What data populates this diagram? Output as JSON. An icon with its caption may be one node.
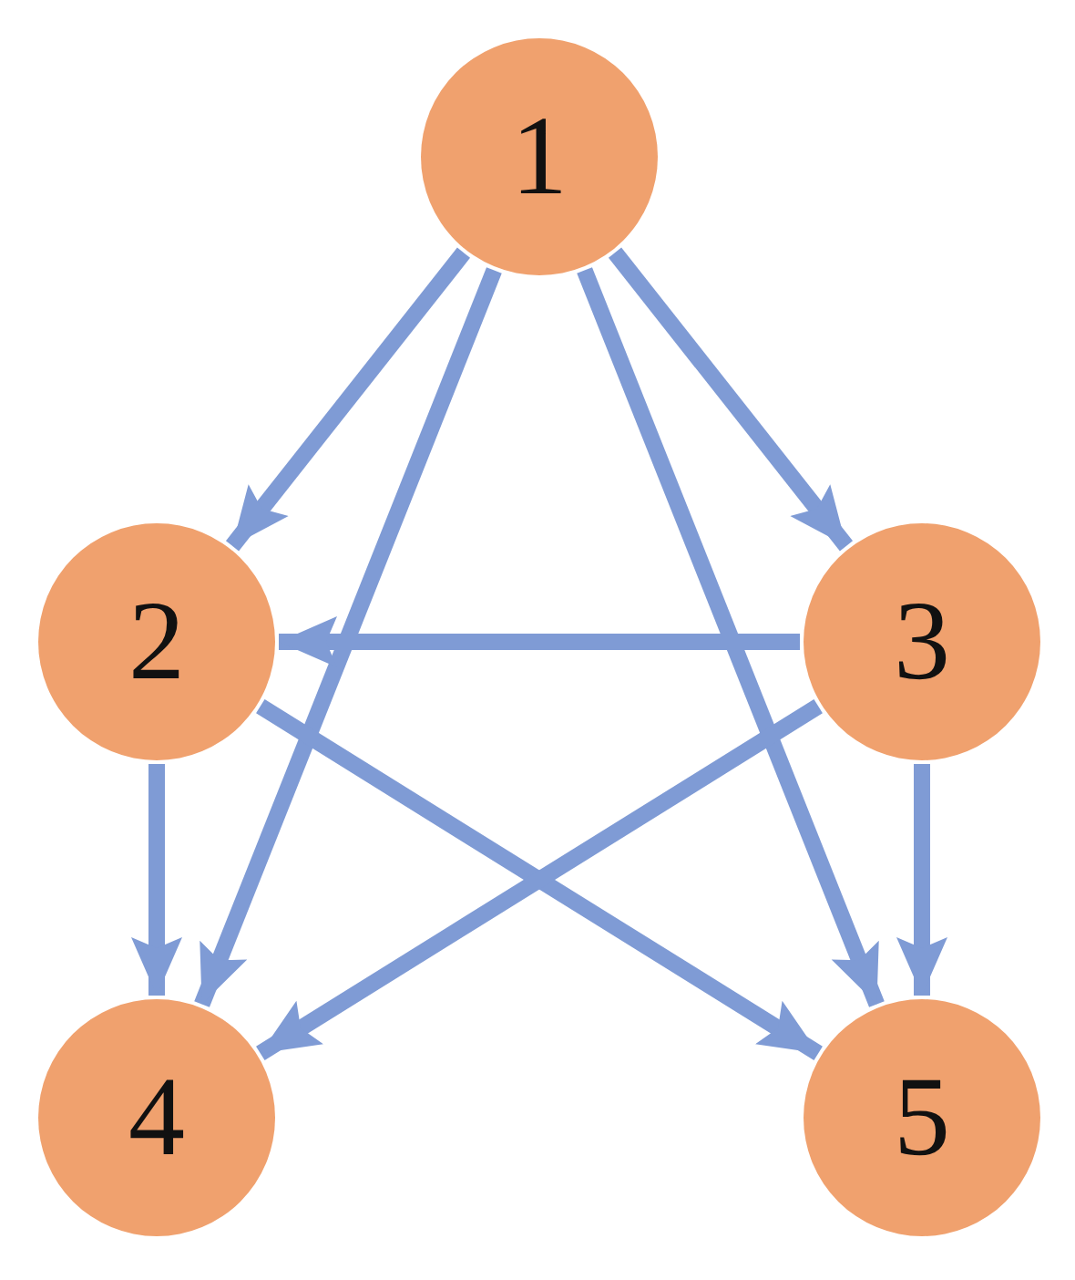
{
  "diagram": {
    "nodes": [
      {
        "text": [
          "1"
        ]
      },
      {
        "text": [
          "2"
        ]
      },
      {
        "text": [
          "3"
        ]
      },
      {
        "text": [
          "4"
        ]
      },
      {
        "text": [
          "5"
        ]
      }
    ],
    "edges": [
      {
        "from": 0,
        "to": 1,
        "arrow": "to"
      },
      {
        "from": 0,
        "to": 2,
        "arrow": "to"
      },
      {
        "from": 0,
        "to": 3,
        "arrow": "to"
      },
      {
        "from": 0,
        "to": 4,
        "arrow": "to"
      },
      {
        "from": 2,
        "to": 1,
        "arrow": "to"
      },
      {
        "from": 1,
        "to": 3,
        "arrow": "to"
      },
      {
        "from": 1,
        "to": 4,
        "arrow": "to"
      },
      {
        "from": 2,
        "to": 3,
        "arrow": "to"
      },
      {
        "from": 2,
        "to": 4,
        "arrow": "to"
      }
    ]
  }
}
